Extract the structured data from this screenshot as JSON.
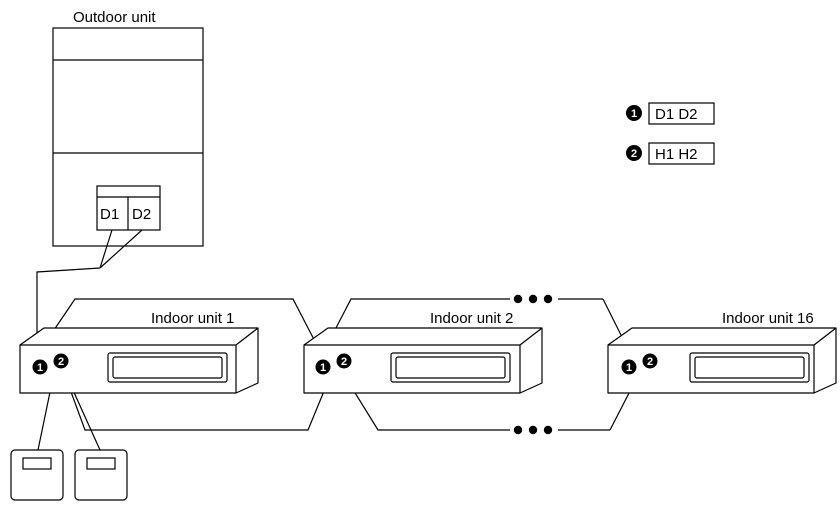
{
  "outdoor_unit": {
    "label": "Outdoor unit",
    "terminals": [
      "D1",
      "D2"
    ]
  },
  "indoor_units": [
    {
      "label": "Indoor unit 1"
    },
    {
      "label": "Indoor unit 2"
    },
    {
      "label": "Indoor unit 16"
    }
  ],
  "legend": [
    {
      "marker": "1",
      "text": "D1 D2"
    },
    {
      "marker": "2",
      "text": "H1 H2"
    }
  ],
  "markers": [
    "1",
    "2"
  ],
  "controllers_count": 2
}
